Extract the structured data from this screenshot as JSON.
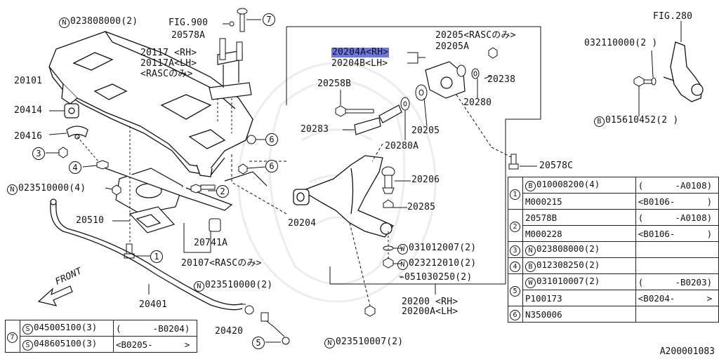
{
  "fig_refs": {
    "fig900": "FIG.900",
    "fig280": "FIG.280",
    "front": "FRONT"
  },
  "labels": {
    "l_023808000": "023808000(2)",
    "l_20578A": "20578A",
    "l_20117rh": "20117 <RH>",
    "l_20117lh": "20117A<LH>",
    "l_20117rasc": "<RASCのみ>",
    "l_20101": "20101",
    "l_20414": "20414",
    "l_20416": "20416",
    "l_023510000_4": "023510000(4)",
    "l_20510": "20510",
    "l_20741A": "20741A",
    "l_20107": "20107<RASCのみ>",
    "l_20401": "20401",
    "l_023510000_2": "023510000(2)",
    "l_20420": "20420",
    "l_20204A": "20204A<RH>",
    "l_20204B": "20204B<LH>",
    "l_20205rasc": "20205<RASCのみ>",
    "l_20205A": "20205A",
    "l_20238": "20238",
    "l_20258B": "20258B",
    "l_20280": "20280",
    "l_20283": "20283",
    "l_20205": "20205",
    "l_20280A": "20280A",
    "l_20206": "20206",
    "l_20285": "20285",
    "l_20204": "20204",
    "l_031012007": "031012007(2)",
    "l_023212010": "023212010(2)",
    "l_051030250": "051030250(2)",
    "l_20200rh": "20200 <RH>",
    "l_20200lh": "20200A<LH>",
    "l_023510007": "023510007(2)",
    "l_032110000": "032110000(2 )",
    "l_015610452": "015610452(2 )",
    "l_20578C": "20578C"
  },
  "prefix": {
    "N": "N",
    "B": "B",
    "W": "W",
    "S": "S"
  },
  "refs": {
    "r1": "1",
    "r2": "2",
    "r3": "3",
    "r4": "4",
    "r5": "5",
    "r6": "6",
    "r7": "7"
  },
  "table7": {
    "num": "7",
    "rows": [
      {
        "part": "045005100(3)",
        "range": "(      -B0204)"
      },
      {
        "part": "048605100(3)",
        "range": "<B0205-      >"
      }
    ]
  },
  "table_main": {
    "r1": {
      "num": "1",
      "a_part": "010008200(4)",
      "a_range": "(      -A0108)",
      "b_part": "M000215",
      "b_range": "<B0106-      )"
    },
    "r2": {
      "num": "2",
      "a_part": "20578B",
      "a_range": "(      -A0108)",
      "b_part": "M000228",
      "b_range": "<B0106-      )"
    },
    "r3": {
      "num": "3",
      "part": "023808000(2)"
    },
    "r4": {
      "num": "4",
      "part": "012308250(2)"
    },
    "r5": {
      "num": "5",
      "a_part": "031010007(2)",
      "a_range": "(      -B0203)",
      "b_part": "P100173",
      "b_range": "<B0204-      >"
    },
    "r6": {
      "num": "6",
      "part": "N350006"
    }
  },
  "diagram_code": "A200001083"
}
